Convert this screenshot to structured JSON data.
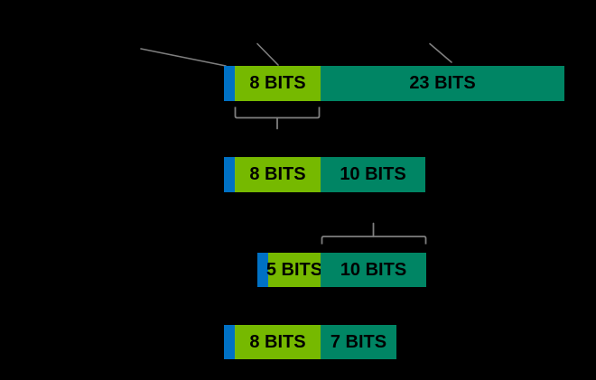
{
  "canvas": {
    "background": "#000000"
  },
  "colors": {
    "sign_bit_blue": "#0071C5",
    "exponent_green": "#76B900",
    "mantissa_teal": "#008564",
    "annotation_gray": "#7F7F7F",
    "bar_text": "#000000"
  },
  "rows": [
    {
      "exponent_label": "8 BITS",
      "mantissa_label": "23 BITS"
    },
    {
      "exponent_label": "8 BITS",
      "mantissa_label": "10 BITS"
    },
    {
      "exponent_label": "5 BITS",
      "mantissa_label": "10 BITS"
    },
    {
      "exponent_label": "8 BITS",
      "mantissa_label": "7 BITS"
    }
  ]
}
